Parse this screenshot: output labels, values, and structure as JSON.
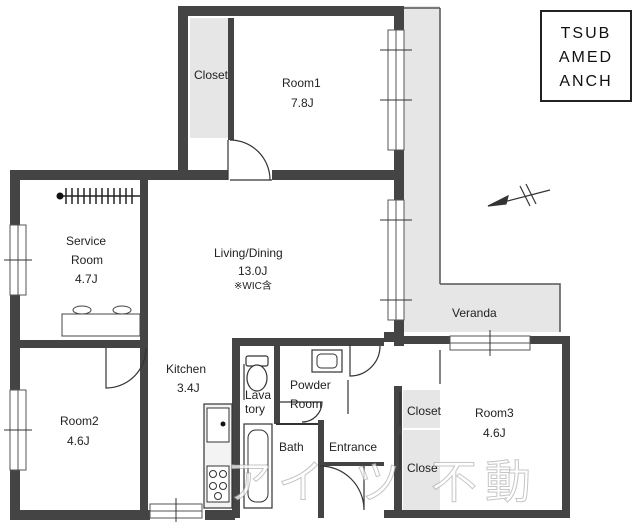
{
  "logo": {
    "lines": [
      "TSUB",
      "AMED",
      "ANCH"
    ]
  },
  "rooms": {
    "closet_top": "Closet",
    "room1_name": "Room1",
    "room1_size": "7.8J",
    "service_name1": "Service",
    "service_name2": "Room",
    "service_size": "4.7J",
    "living_name": "Living/Dining",
    "living_size": "13.0J",
    "living_note": "※WIC含",
    "veranda": "Veranda",
    "kitchen_name": "Kitchen",
    "kitchen_size": "3.4J",
    "room2_name": "Room2",
    "room2_size": "4.6J",
    "lavatory1": "Lava",
    "lavatory2": "tory",
    "powder1": "Powder",
    "powder2": "Room",
    "bath": "Bath",
    "entrance": "Entrance",
    "closet_right": "Closet",
    "closet_bottom": "Close",
    "room3_name": "Room3",
    "room3_size": "4.6J"
  },
  "watermark": "アイ ツ 不動"
}
